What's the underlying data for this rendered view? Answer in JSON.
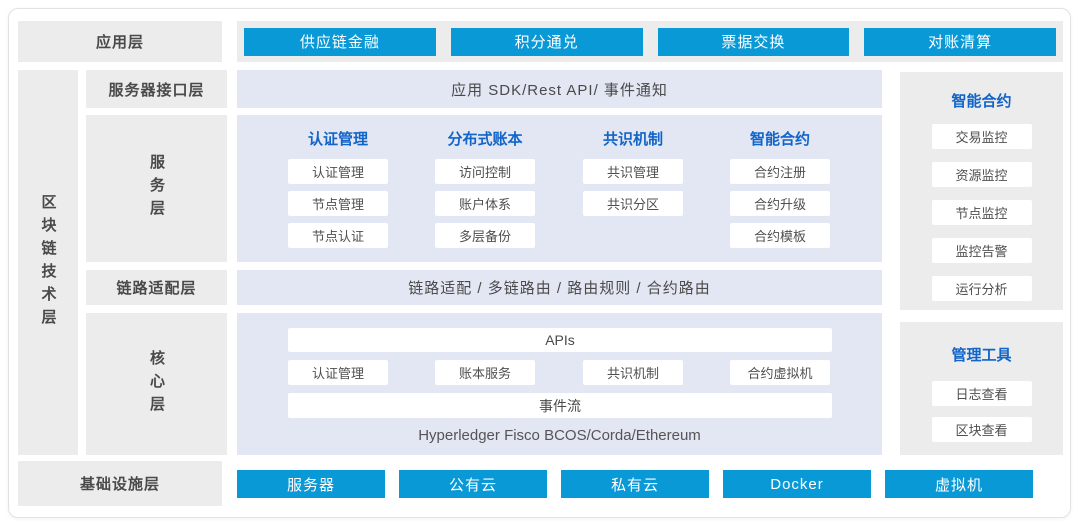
{
  "app_layer": {
    "label": "应用层",
    "buttons": [
      "供应链金融",
      "积分通兑",
      "票据交换",
      "对账清算"
    ]
  },
  "tech_layer": {
    "label": "区块链技术层"
  },
  "interface_layer": {
    "label": "服务器接口层",
    "content": "应用 SDK/Rest API/ 事件通知"
  },
  "service_layer": {
    "label": "服务层",
    "columns": [
      {
        "header": "认证管理",
        "items": [
          "认证管理",
          "节点管理",
          "节点认证"
        ]
      },
      {
        "header": "分布式账本",
        "items": [
          "访问控制",
          "账户体系",
          "多层备份"
        ]
      },
      {
        "header": "共识机制",
        "items": [
          "共识管理",
          "共识分区"
        ]
      },
      {
        "header": "智能合约",
        "items": [
          "合约注册",
          "合约升级",
          "合约模板"
        ]
      }
    ]
  },
  "link_layer": {
    "label": "链路适配层",
    "content": "链路适配 / 多链路由 / 路由规则 / 合约路由"
  },
  "core_layer": {
    "label": "核心层",
    "apis": "APIs",
    "modules": [
      "认证管理",
      "账本服务",
      "共识机制",
      "合约虚拟机"
    ],
    "event_stream": "事件流",
    "platforms": "Hyperledger Fisco BCOS/Corda/Ethereum"
  },
  "panels": [
    {
      "title": "智能合约",
      "items": [
        "交易监控",
        "资源监控",
        "节点监控",
        "监控告警",
        "运行分析"
      ]
    },
    {
      "title": "管理工具",
      "items": [
        "日志查看",
        "区块查看"
      ]
    }
  ],
  "infra_layer": {
    "label": "基础设施层",
    "buttons": [
      "服务器",
      "公有云",
      "私有云",
      "Docker",
      "虚拟机"
    ]
  },
  "colors": {
    "accent": "#0a99d7",
    "header_blue": "#1164c8",
    "lavender": "#e3e6f3",
    "box_gray": "#ececec",
    "border_gray": "#e2e2e2",
    "text_dark": "#4a4a4a"
  }
}
